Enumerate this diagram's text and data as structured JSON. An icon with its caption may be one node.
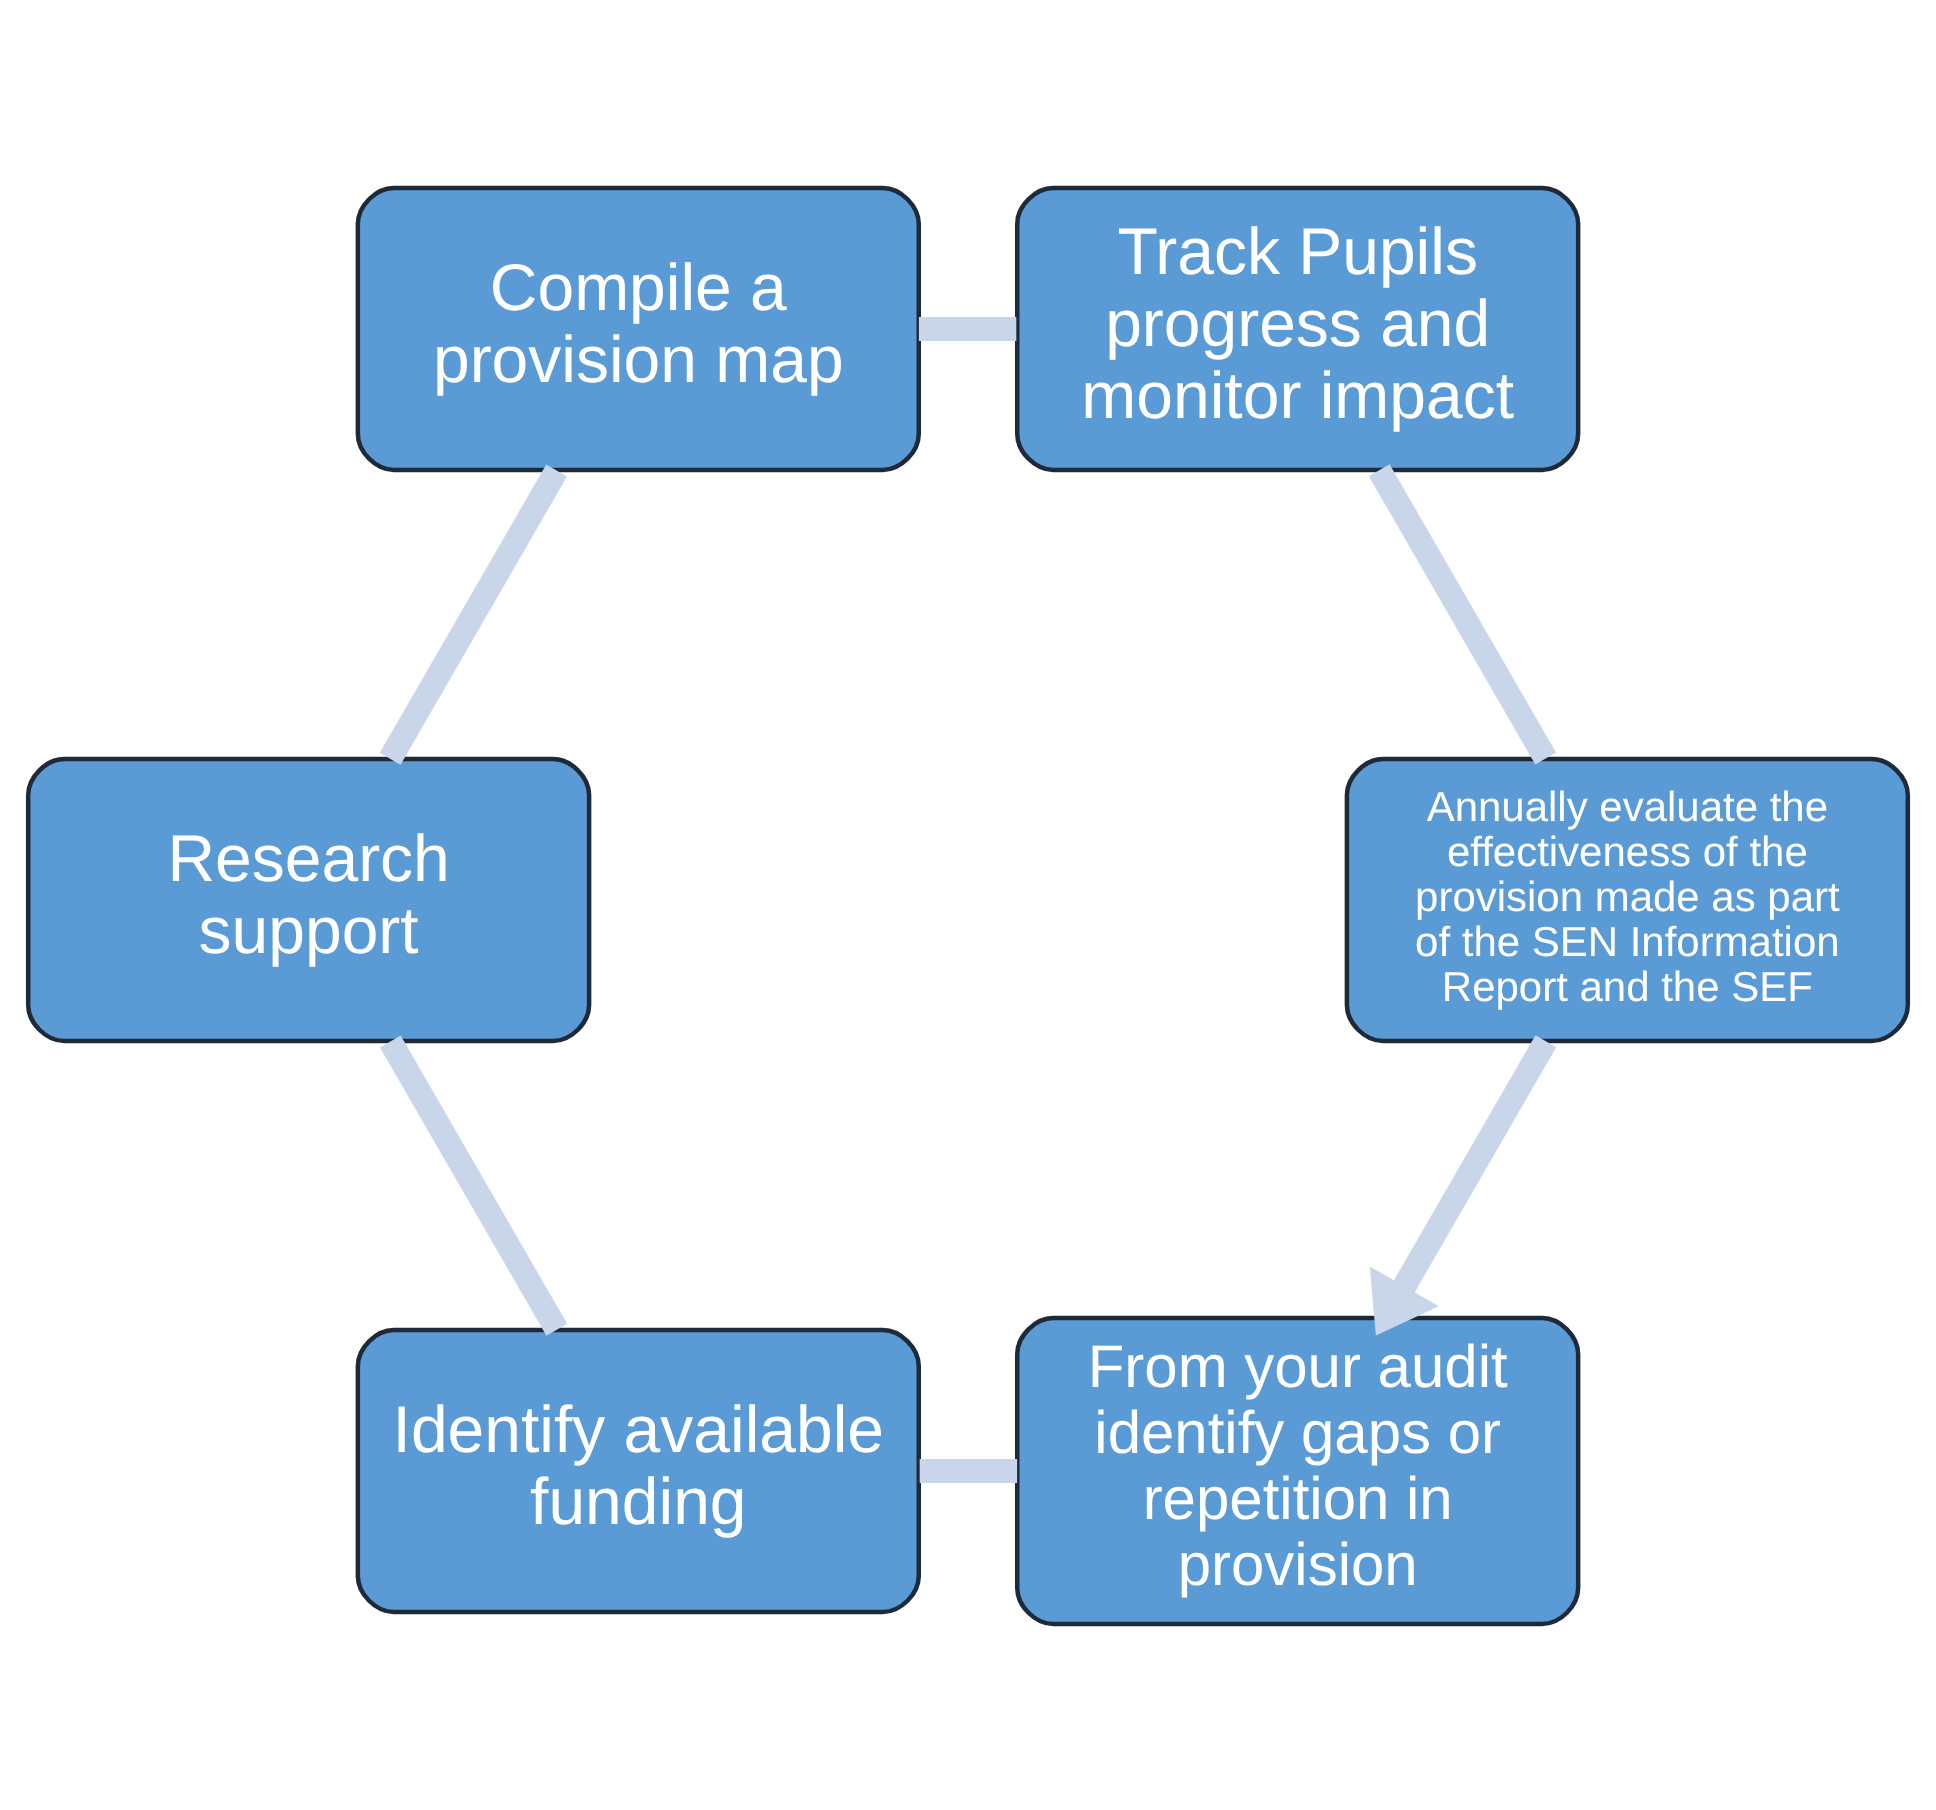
{
  "diagram": {
    "nodes": [
      {
        "text": [
          "From your audit identify gaps or repetition in provision"
        ]
      },
      {
        "text": [
          "Identify available funding"
        ]
      },
      {
        "text": [
          "Research support"
        ]
      },
      {
        "text": [
          "Compile a provision map"
        ]
      },
      {
        "text": [
          "Track Pupils progress and monitor impact"
        ]
      },
      {
        "text": [
          "Annually evaluate the effectiveness of the provision made as part of the SEN Information Report and the SEF"
        ]
      }
    ],
    "edges": [
      {
        "from": 0,
        "to": 1,
        "arrow": "none"
      },
      {
        "from": 1,
        "to": 2,
        "arrow": "none"
      },
      {
        "from": 2,
        "to": 3,
        "arrow": "none"
      },
      {
        "from": 3,
        "to": 4,
        "arrow": "none"
      },
      {
        "from": 4,
        "to": 5,
        "arrow": "none"
      },
      {
        "from": 5,
        "to": 0,
        "arrow": "to"
      }
    ]
  }
}
